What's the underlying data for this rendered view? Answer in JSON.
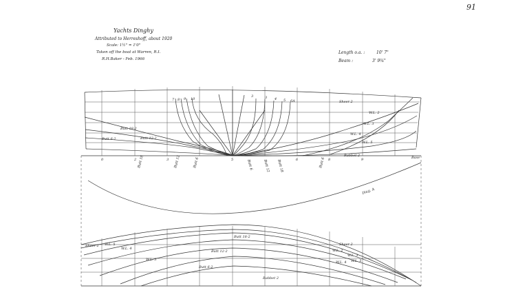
{
  "page_number": "91",
  "title": {
    "name": "Yachts Dinghy",
    "attribution": "Attributed to Herreshoff, about 1920",
    "scale": "Scale: 1½\" = 1'0\"",
    "taken_off": "Taken off the boat at Warren, R.I.",
    "author": "R.H.Baker - Feb. 1966"
  },
  "dimensions": {
    "length_label": "Length o.a. :",
    "length_value": "10' 7\"",
    "beam_label": "Beam  :",
    "beam_value": "3' 9¾\""
  },
  "profile_labels": {
    "sheer": "Sheer 2",
    "wl2": "W.L. 2",
    "wl3": "W.L. 3",
    "wl4": "W.L. 4",
    "wl5": "W.L. 5",
    "butt18": "Butt 18-2",
    "butt12": "Butt 12-2",
    "butt6": "Butt 6-2",
    "rabbet": "Rabbet 2",
    "base": "Base"
  },
  "station_labels": [
    "0",
    "2",
    "3",
    "Butt 18",
    "Butt 12",
    "Butt 6",
    "5",
    "Butt 6",
    "Butt 12",
    "Butt 18",
    "6",
    "Butt 6",
    "8",
    "9"
  ],
  "diagonal_label": "Diag. A",
  "plan_labels": {
    "sheer": "Sheer 2",
    "wl5": "W.L. 5",
    "wl4": "W.L. 4",
    "wl3": "W.L. 3",
    "wl2": "W.L. 2",
    "butt18": "Butt 18-2",
    "butt12": "Butt 12-2",
    "butt6": "Butt 6-2",
    "rabbet": "Rabbet 2"
  }
}
